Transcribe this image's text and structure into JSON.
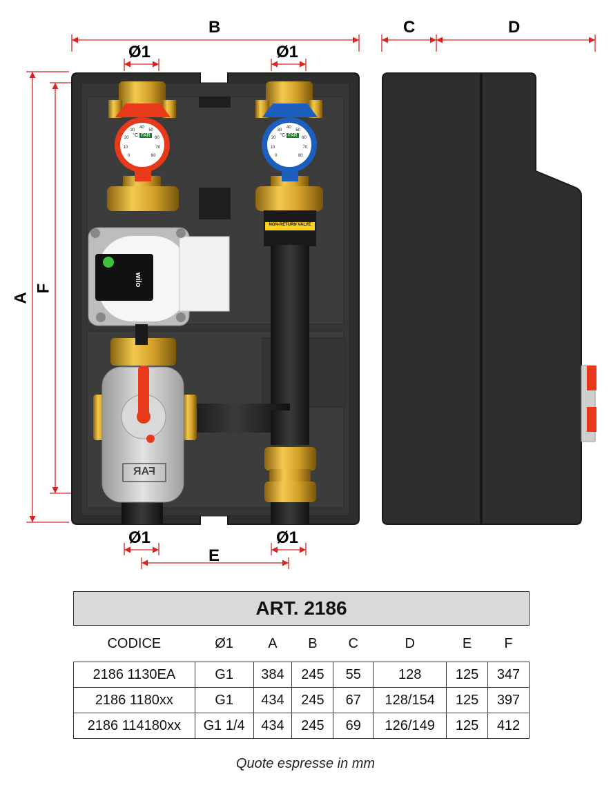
{
  "dimensions": {
    "A": "A",
    "B": "B",
    "C": "C",
    "D": "D",
    "E": "E",
    "F": "F",
    "diameter": "Ø1"
  },
  "device": {
    "thermometer_scale": [
      "0",
      "10",
      "20",
      "30",
      "40",
      "50",
      "60",
      "70",
      "80"
    ],
    "thermometer_unit": "°C",
    "thermometer_brand": "FAR",
    "valve_label": "NON-RETURN VALVE",
    "pump_brand": "wilo",
    "mixing_valve_brand": "FAR"
  },
  "table": {
    "title": "ART. 2186",
    "headers": [
      "CODICE",
      "Ø1",
      "A",
      "B",
      "C",
      "D",
      "E",
      "F"
    ],
    "rows": [
      [
        "2186 1130EA",
        "G1",
        "384",
        "245",
        "55",
        "128",
        "125",
        "347"
      ],
      [
        "2186 1180xx",
        "G1",
        "434",
        "245",
        "67",
        "128/154",
        "125",
        "397"
      ],
      [
        "2186 114180xx",
        "G1 1/4",
        "434",
        "245",
        "69",
        "126/149",
        "125",
        "412"
      ]
    ]
  },
  "footnote": "Quote espresse in mm",
  "colors": {
    "dimension_line": "#e02020",
    "insulation": "#333333",
    "brass": "#d4a12a",
    "hot": "#e8391b",
    "cold": "#1d5fbf"
  }
}
